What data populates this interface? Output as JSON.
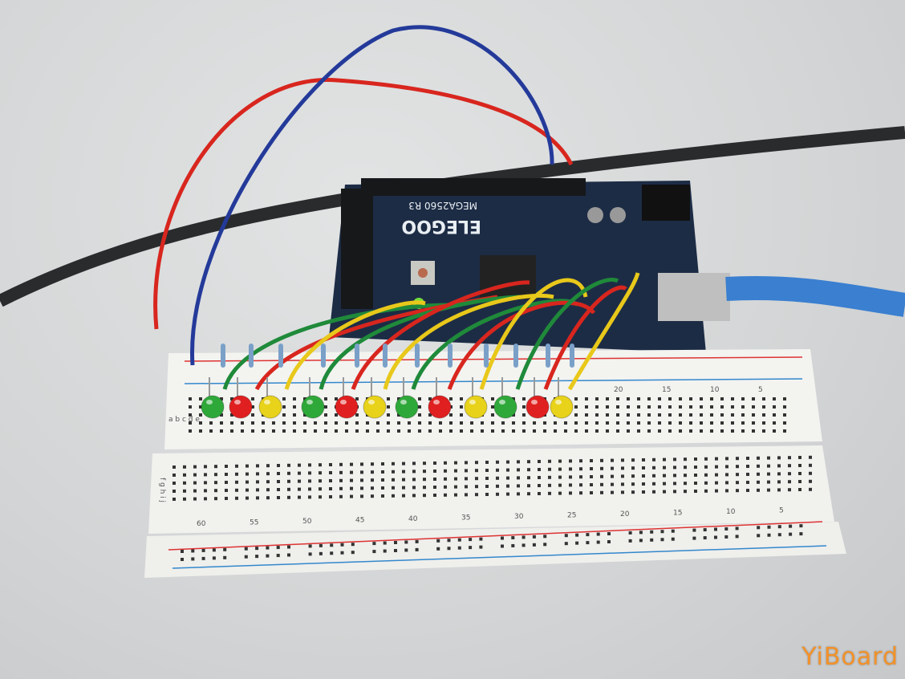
{
  "board": {
    "brand": "ELEGOO",
    "model": "MEGA2560 R3"
  },
  "breadboard": {
    "top_numbers": [
      "20",
      "15",
      "10",
      "5"
    ],
    "bottom_numbers": [
      "60",
      "55",
      "50",
      "45",
      "40",
      "35",
      "30",
      "25",
      "20",
      "15",
      "10",
      "5"
    ],
    "rows_top": "a b c d e",
    "rows_bottom": "f g h i j"
  },
  "leds": [
    {
      "color": "#2fa83a"
    },
    {
      "color": "#e02020"
    },
    {
      "color": "#e8d21a"
    },
    {
      "color": "#2fa83a"
    },
    {
      "color": "#e02020"
    },
    {
      "color": "#e8d21a"
    },
    {
      "color": "#2fa83a"
    },
    {
      "color": "#e02020"
    },
    {
      "color": "#e8d21a"
    },
    {
      "color": "#2fa83a"
    },
    {
      "color": "#e02020"
    },
    {
      "color": "#e8d21a"
    }
  ],
  "watermark": "YiBoard"
}
